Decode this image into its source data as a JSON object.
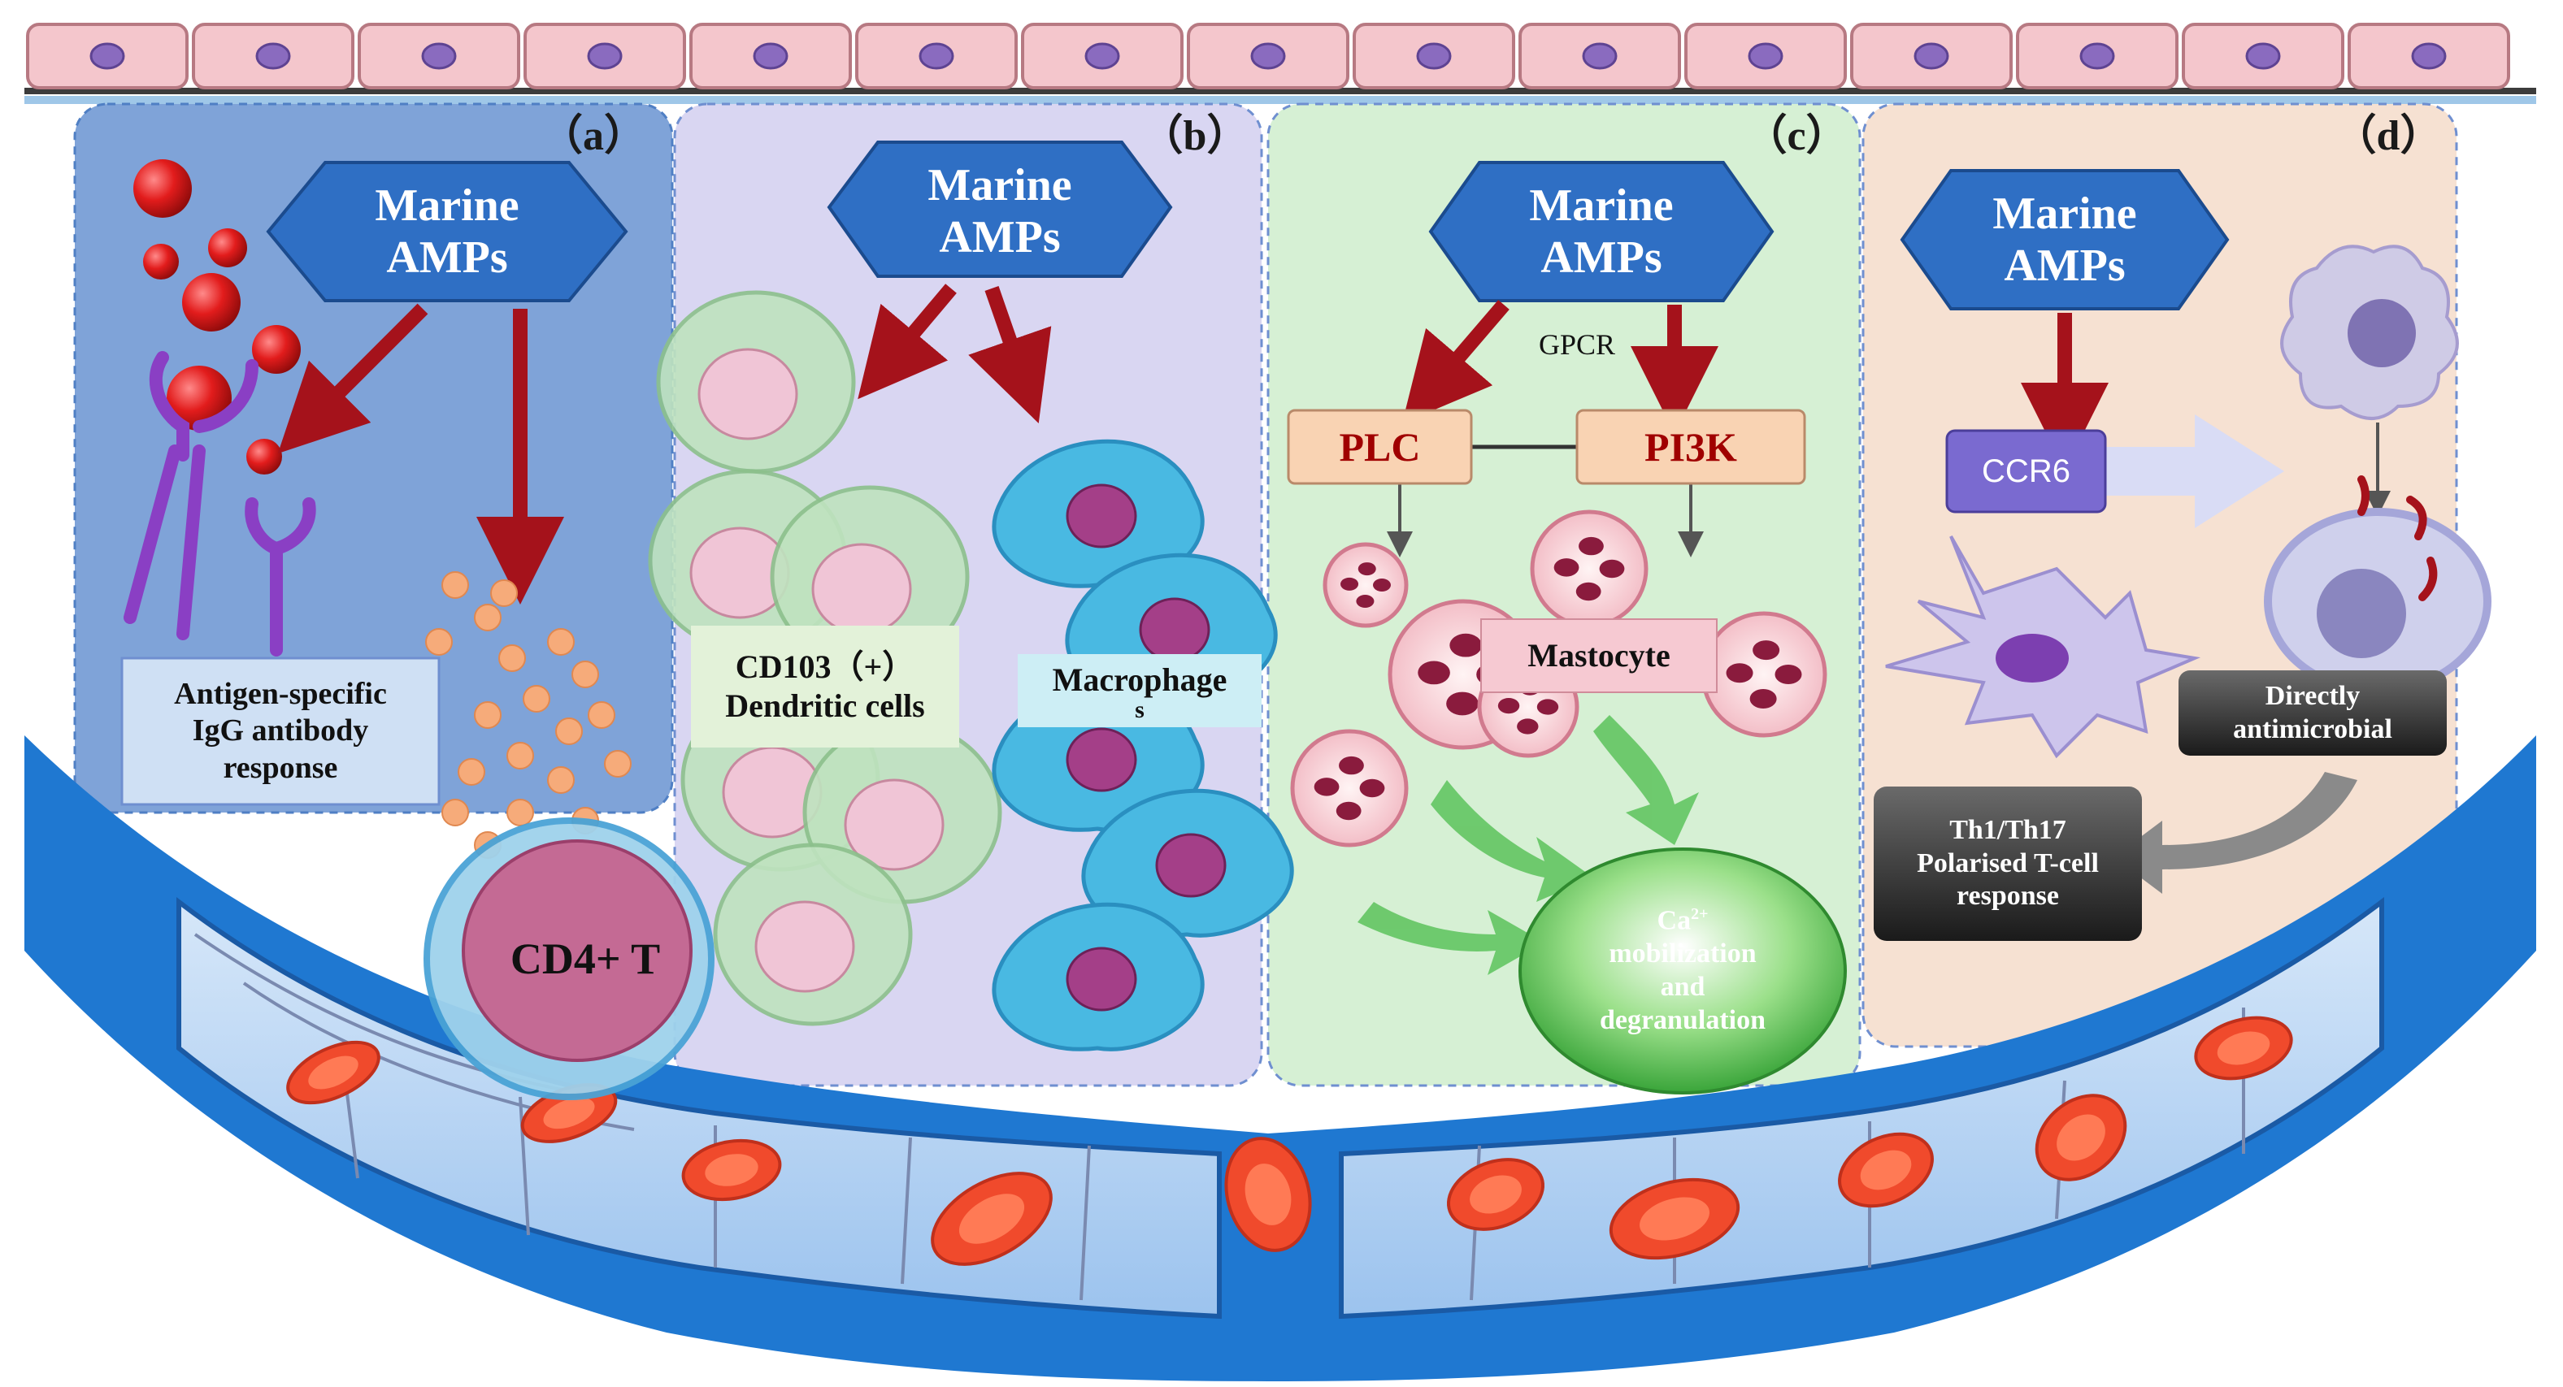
{
  "panels": [
    {
      "letter": "（a）",
      "hexagon": {
        "line1": "Marine",
        "line2": "AMPs"
      }
    },
    {
      "letter": "（b）",
      "hexagon": {
        "line1": "Marine",
        "line2": "AMPs"
      }
    },
    {
      "letter": "（c）",
      "hexagon": {
        "line1": "Marine",
        "line2": "AMPs"
      }
    },
    {
      "letter": "（d）",
      "hexagon": {
        "line1": "Marine",
        "line2": "AMPs"
      }
    }
  ],
  "panel_a": {
    "antibody_label": [
      "Antigen-specific",
      "IgG antibody",
      "response"
    ],
    "cell_label": "CD4+ T"
  },
  "panel_b": {
    "dendritic_label": [
      "CD103（+）",
      "Dendritic cells"
    ],
    "macrophage_label": [
      "Macrophage",
      "s"
    ]
  },
  "panel_c": {
    "receptor": "GPCR",
    "plc": "PLC",
    "pi3k": "PI3K",
    "mastocyte": "Mastocyte",
    "outcome": {
      "ion": "Ca",
      "charge": "2+",
      "line1": "mobilization",
      "line2": "and",
      "line3": "degranulation"
    }
  },
  "panel_d": {
    "receptor": "CCR6",
    "antimicrobial_label": [
      "Directly",
      "antimicrobial"
    ],
    "tcell_label": [
      "Th1/Th17",
      "Polarised T-cell",
      "response"
    ]
  },
  "colors": {
    "panel_a_bg": "#7fa3d8",
    "panel_b_bg": "#d9d6f2",
    "panel_c_bg": "#d6f0d4",
    "panel_d_bg": "#f6e1d2",
    "hexagon_fill": "#2f6fc4",
    "arrow_red": "#a5121b",
    "epithelium": "#f4c6cc",
    "nucleus": "#8a6bbf",
    "vessel_blue": "#1f78d1",
    "red_blood_cell": "#f04a2c"
  },
  "icons": [
    "epithelial-cell-icon",
    "antibody-icon",
    "antigen-sphere-icon",
    "dendritic-cell-icon",
    "macrophage-icon",
    "mast-cell-icon",
    "blood-vessel-icon",
    "red-blood-cell-icon",
    "bacteria-icon",
    "neutrophil-icon"
  ]
}
